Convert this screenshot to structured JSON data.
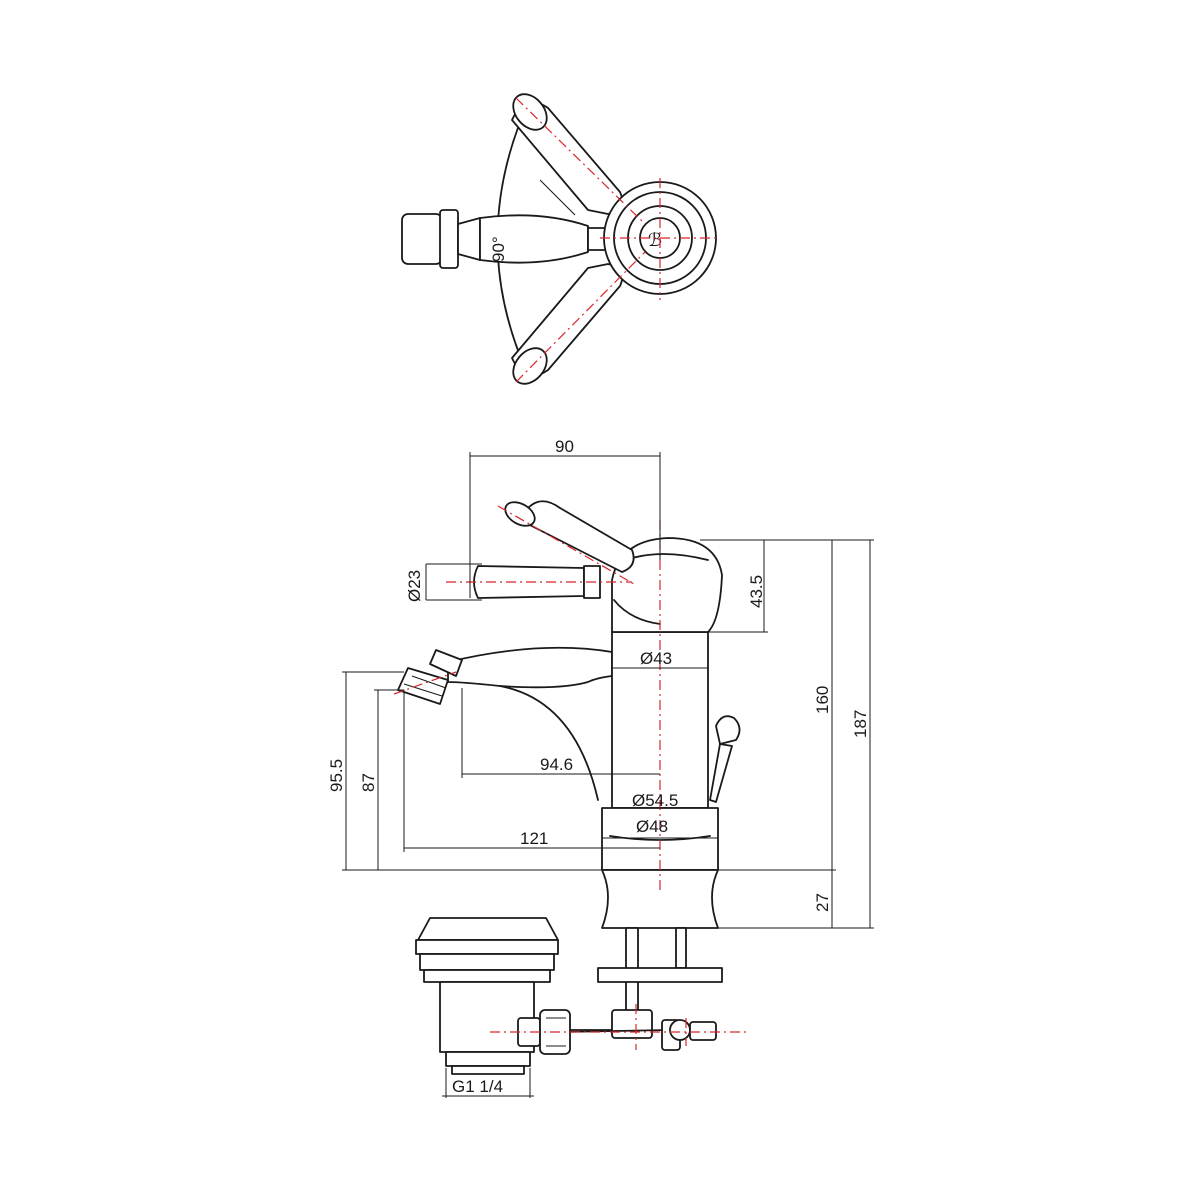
{
  "top_view": {
    "angle_label": "90°"
  },
  "dimensions": {
    "width_90": "90",
    "handle_dia": "Ø23",
    "body_height": "43.5",
    "body_dia": "Ø43",
    "height_160": "160",
    "height_187": "187",
    "spout_height_outer": "95.5",
    "spout_height_inner": "87",
    "spout_reach_inner": "94.6",
    "base_dia_outer": "Ø54.5",
    "base_dia_inner": "Ø48",
    "spout_reach_outer": "121",
    "base_height": "27"
  },
  "waste": {
    "thread_label": "G1 1/4"
  },
  "colors": {
    "outline": "#1a1a1a",
    "centerline": "#d9262c",
    "background": "#ffffff"
  }
}
